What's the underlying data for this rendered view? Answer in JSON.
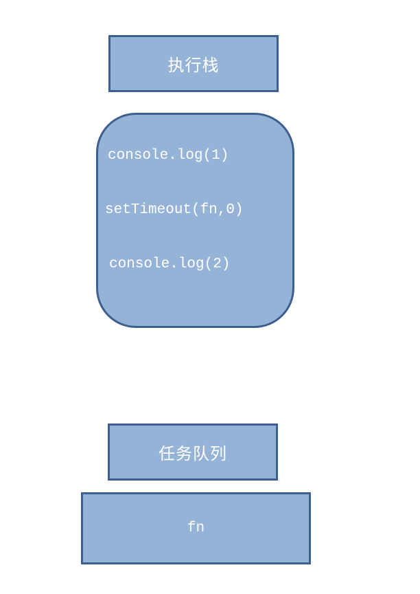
{
  "execution_stack": {
    "title": "执行栈",
    "items": [
      "console.log(1)",
      "setTimeout(fn,0)",
      "console.log(2)"
    ]
  },
  "task_queue": {
    "title": "任务队列",
    "items": [
      "fn"
    ]
  },
  "colors": {
    "box_fill": "#95b3d7",
    "box_border": "#3d5f8f",
    "text": "#ffffff"
  }
}
